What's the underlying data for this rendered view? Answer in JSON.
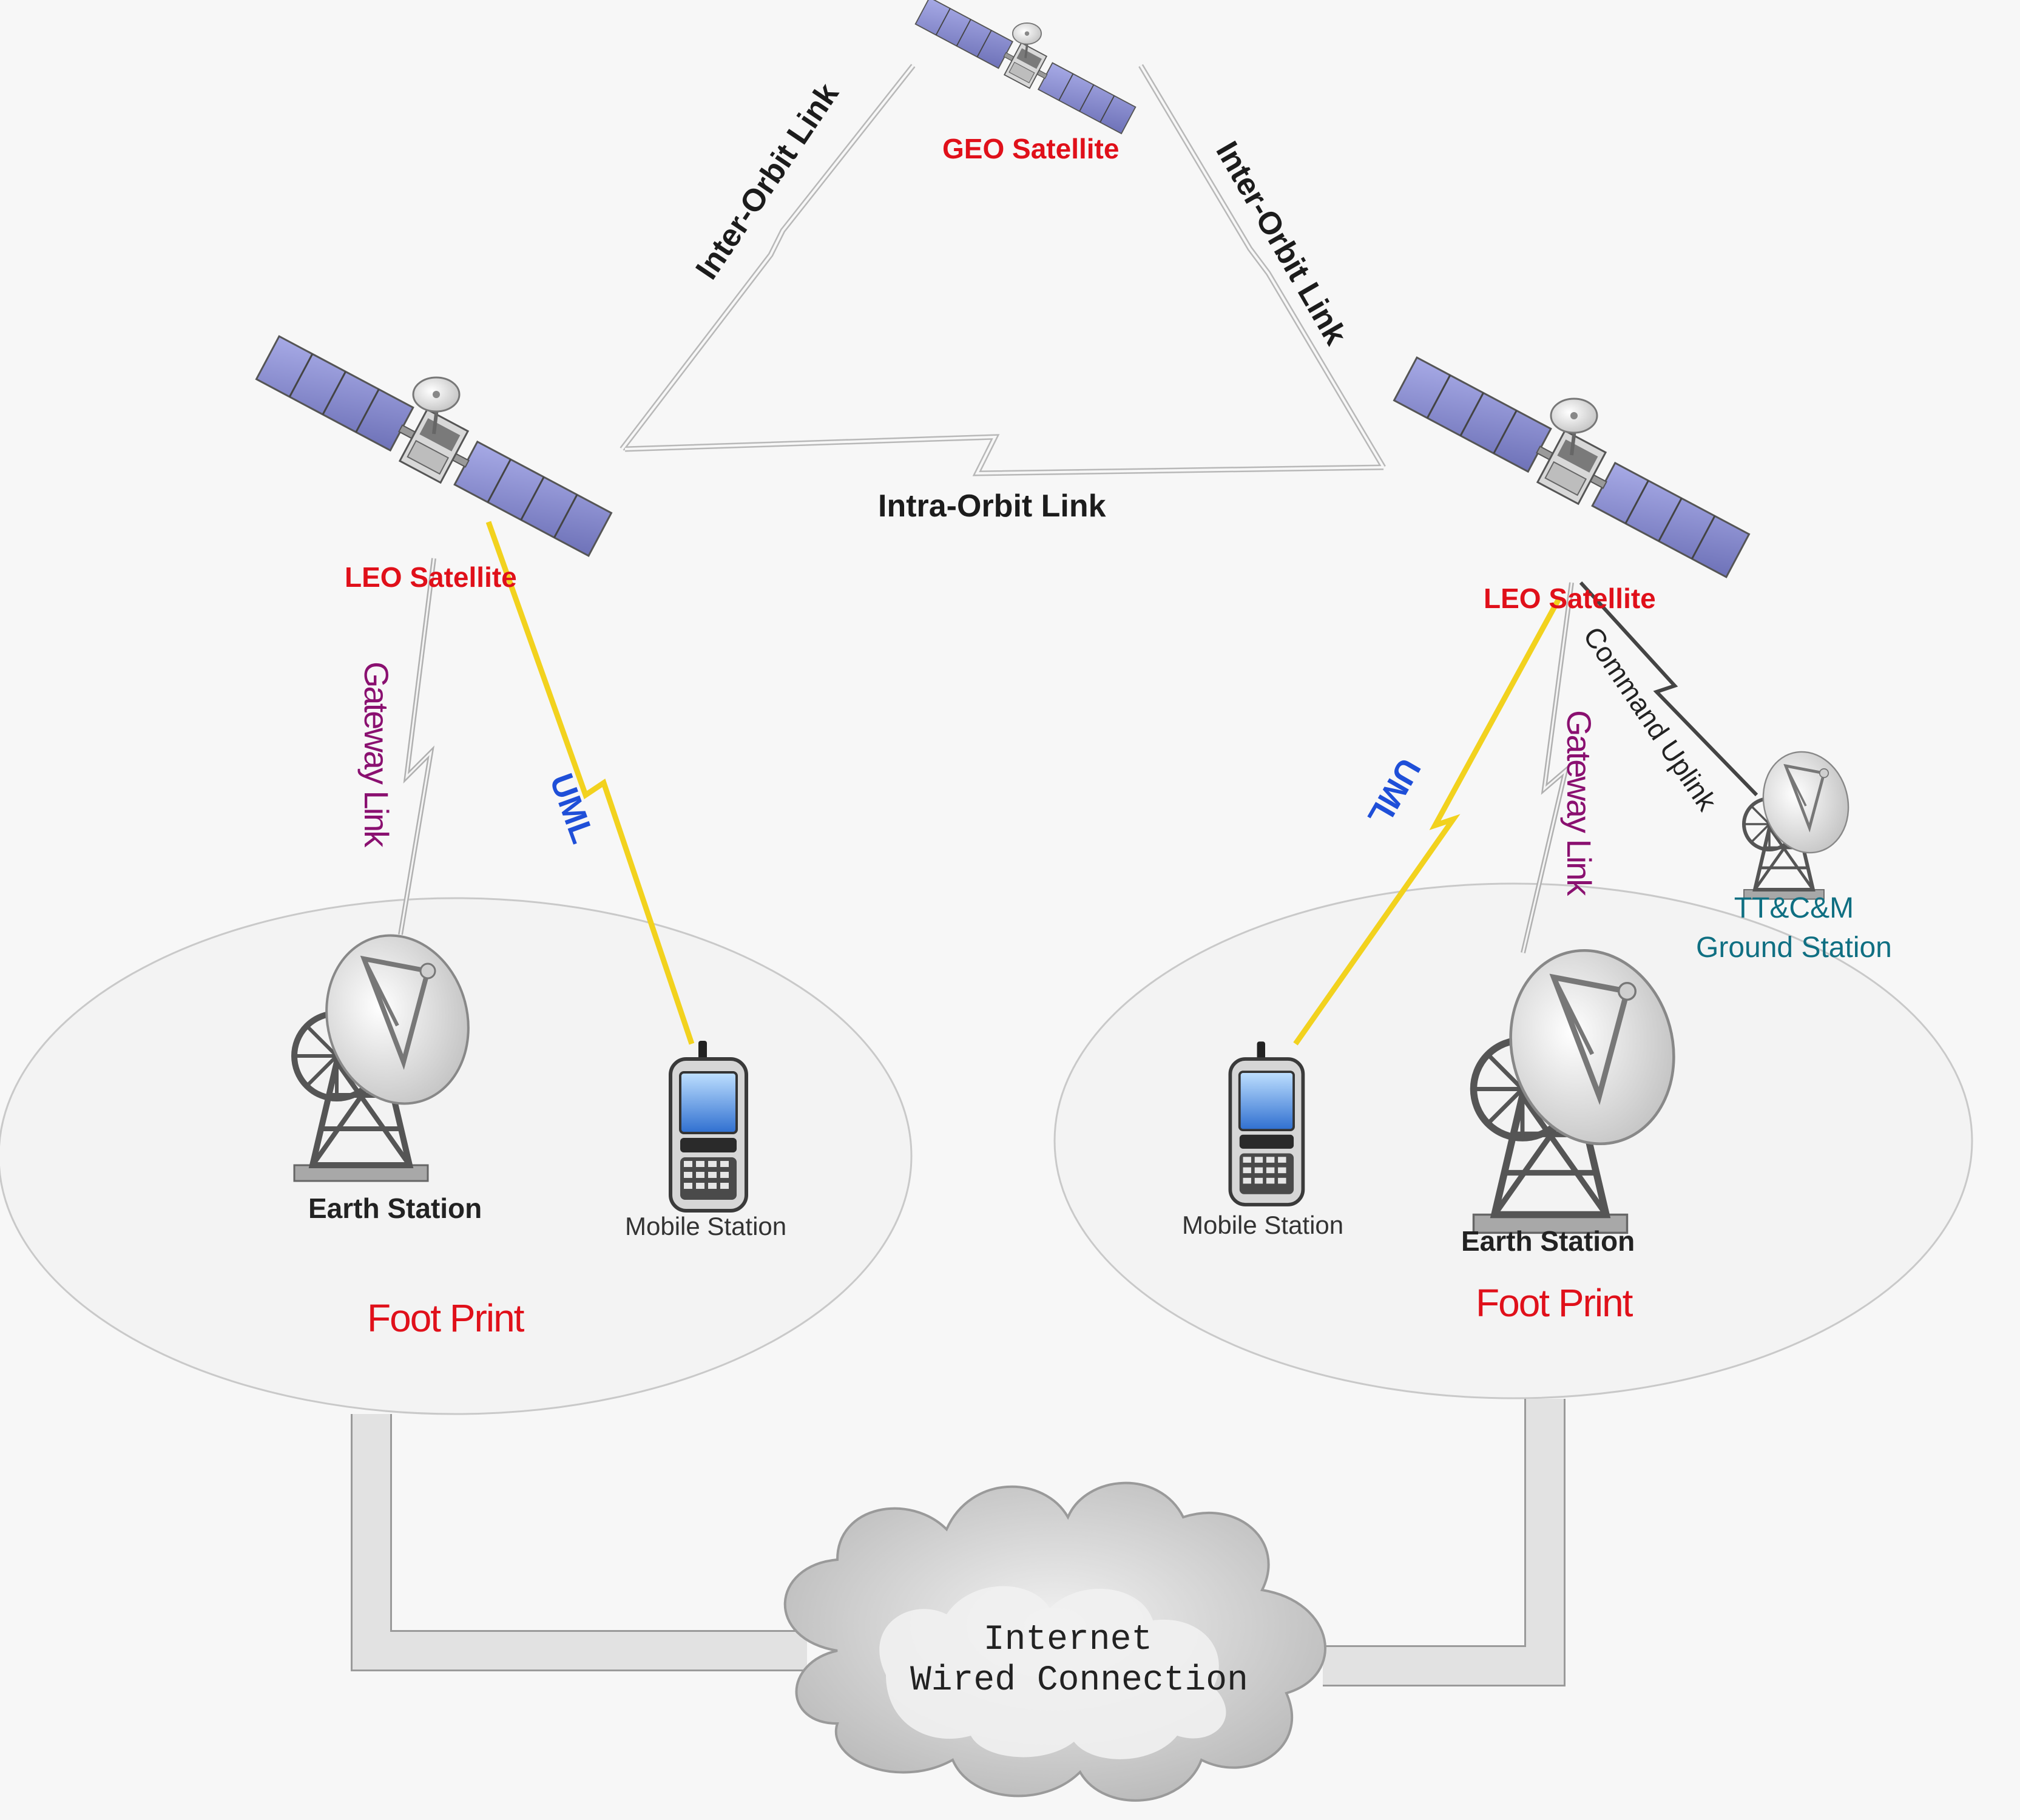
{
  "satellites": {
    "geo_label": "GEO Satellite",
    "leo_left_label": "LEO Satellite",
    "leo_right_label": "LEO Satellite"
  },
  "links": {
    "inter_orbit_left": "Inter-Orbit Link",
    "inter_orbit_right": "Inter-Orbit Link",
    "intra_orbit": "Intra-Orbit Link",
    "gateway_left": "Gateway Link",
    "gateway_right": "Gateway Link",
    "uml_left": "UML",
    "uml_right": "UML",
    "command_uplink": "Command Uplink"
  },
  "left_footprint": {
    "earth_station": "Earth Station",
    "mobile_station": "Mobile Station",
    "footprint": "Foot Print"
  },
  "right_footprint": {
    "earth_station": "Earth Station",
    "mobile_station": "Mobile Station",
    "footprint": "Foot Print"
  },
  "ground_station": {
    "line1": "TT&C&M",
    "line2": "Ground Station"
  },
  "internet": {
    "line1": "Internet",
    "line2": "Wired Connection"
  },
  "colors": {
    "satellite_label": "#e0101a",
    "gateway_link": "#8a1070",
    "uml": "#1f4fd8",
    "uml_beam": "#f2d21e",
    "ground_station_text": "#0f6f82",
    "panel": "#8f93d6"
  }
}
